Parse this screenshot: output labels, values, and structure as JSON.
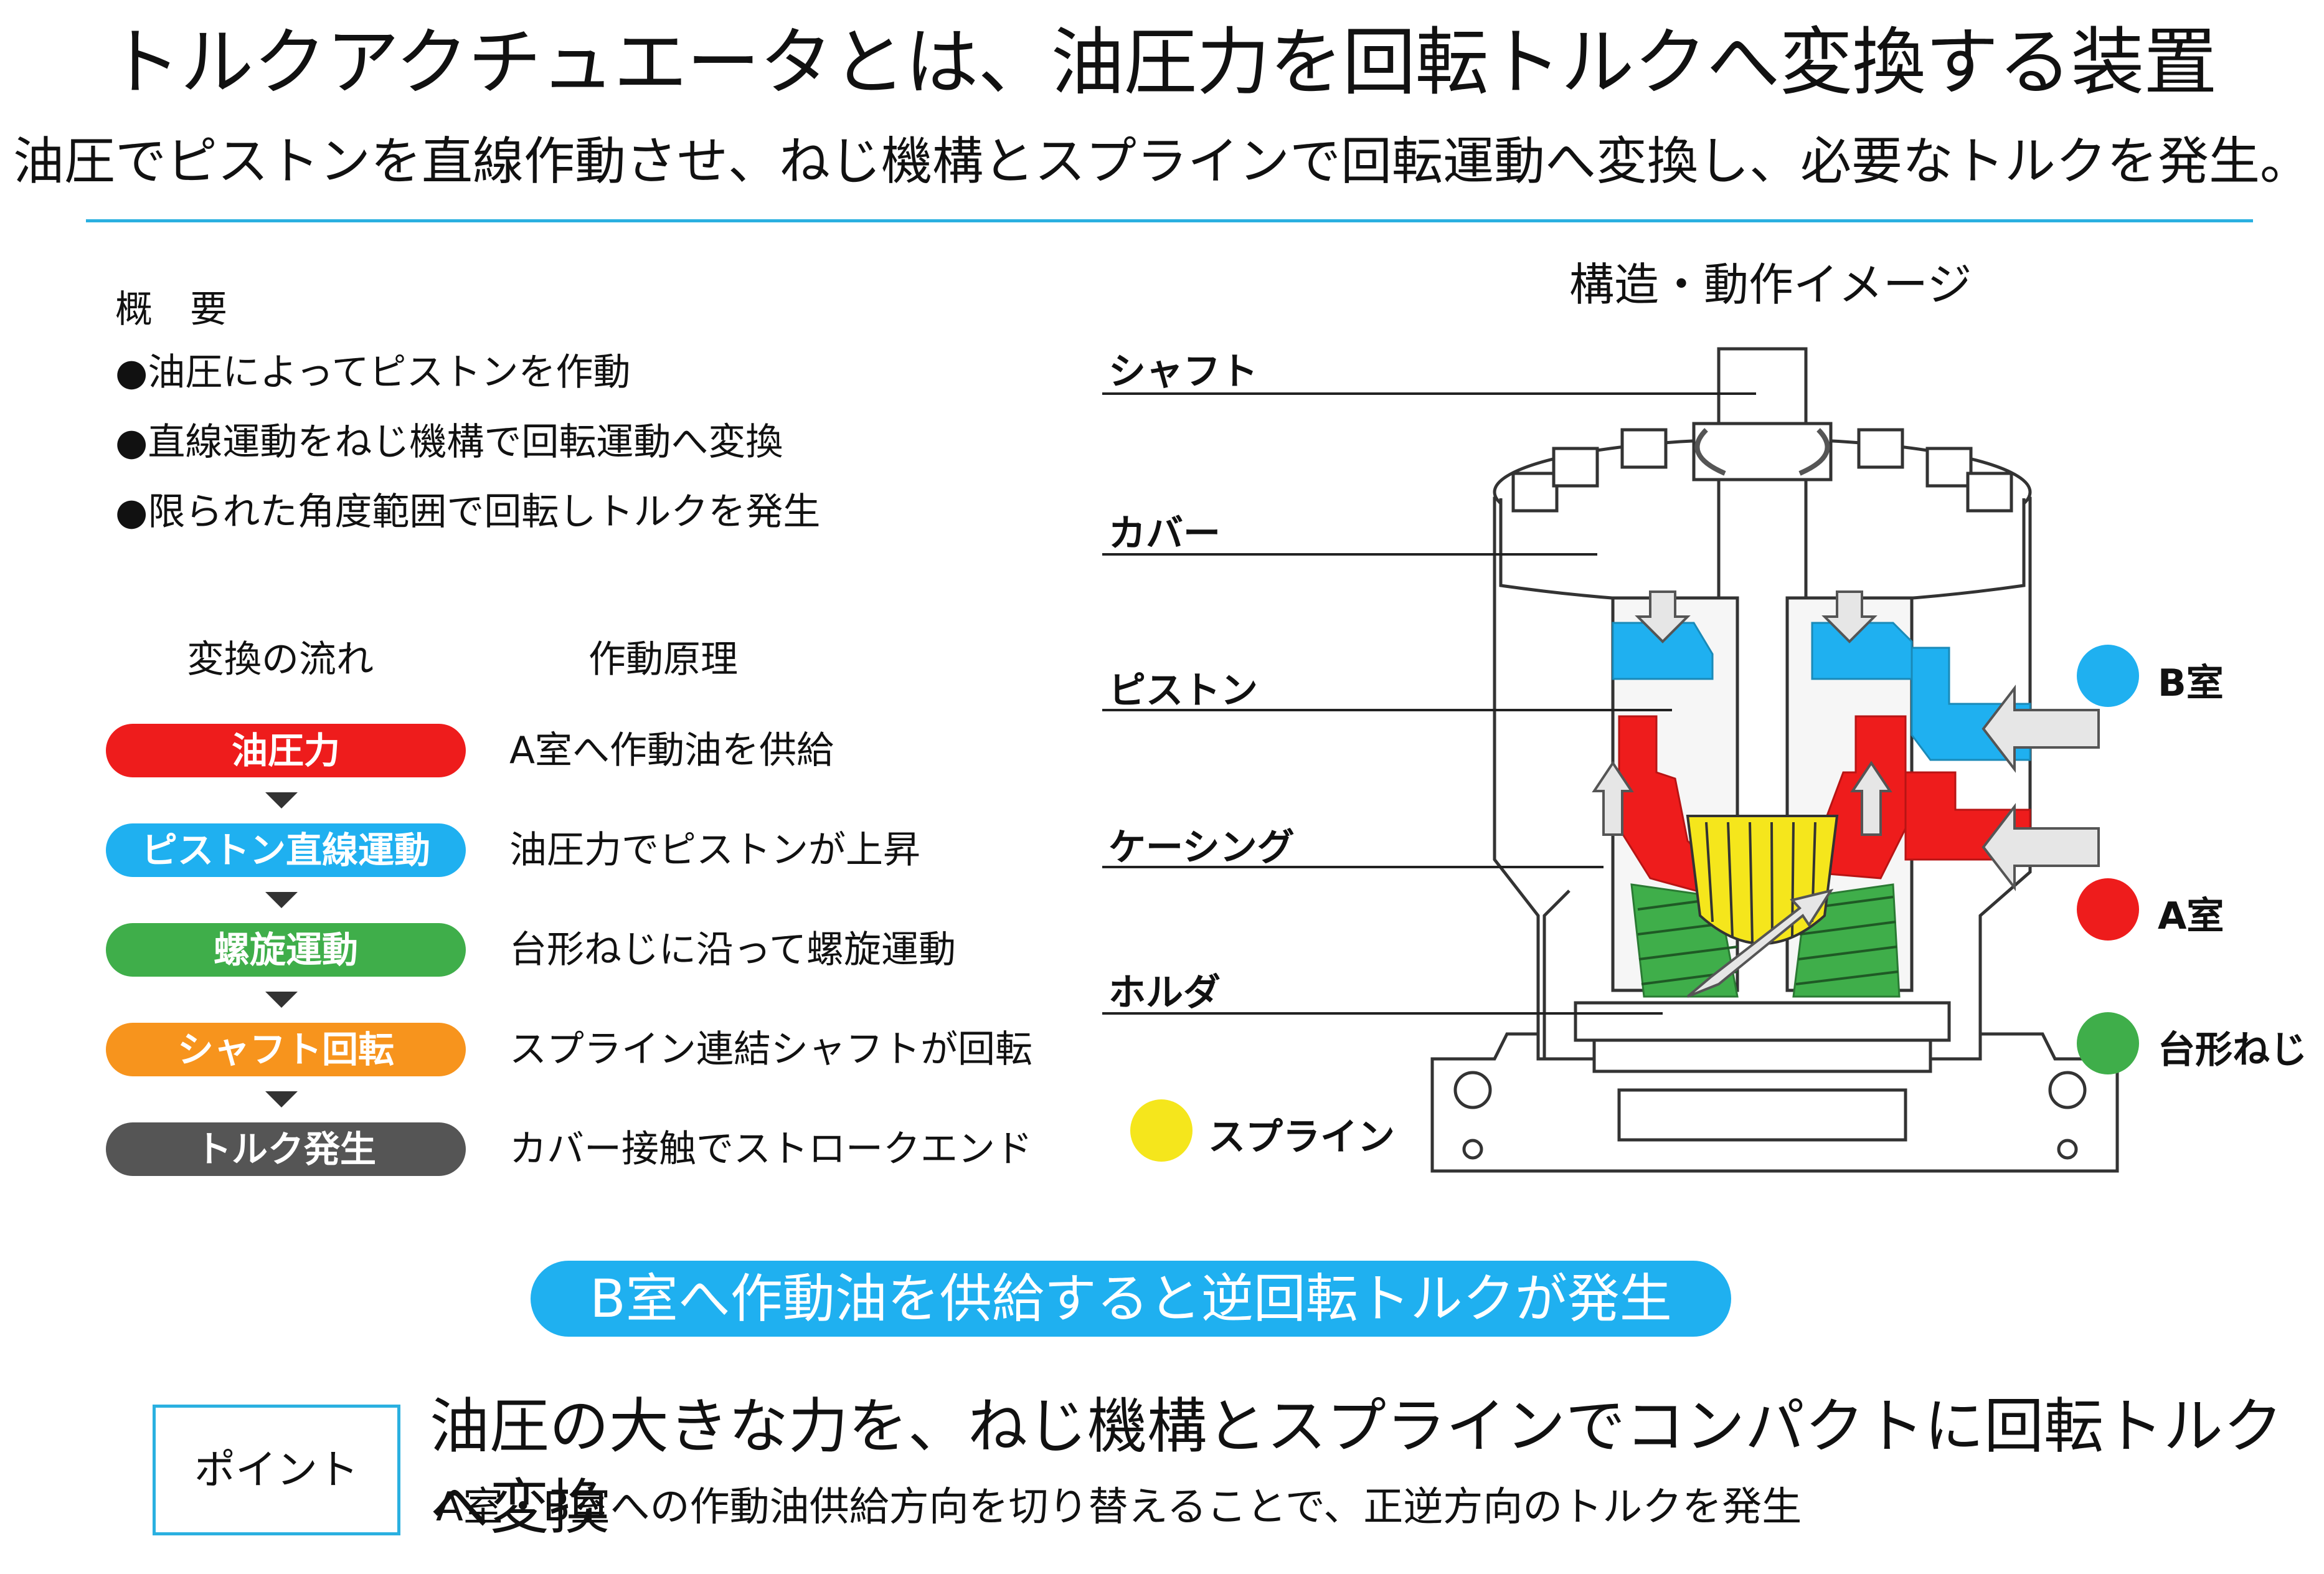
{
  "header": {
    "title": "トルクアクチュエータとは、油圧力を回転トルクへ変換する装置",
    "subtitle": "油圧でピストンを直線作動させ、ねじ機構とスプラインで回転運動へ変換し、必要なトルクを発生。"
  },
  "overview": {
    "heading": "概要",
    "items": [
      "●油圧によってピストンを作動",
      "●直線運動をねじ機構で回転運動へ変換",
      "●限られた角度範囲で回転しトルクを発生"
    ]
  },
  "flow": {
    "heading_flow": "変換の流れ",
    "heading_principle": "作動原理",
    "steps": [
      {
        "label": "油圧力",
        "principle": "A室へ作動油を供給",
        "color": "#ee1c1c"
      },
      {
        "label": "ピストン直線運動",
        "principle": "油圧力でピストンが上昇",
        "color": "#1fb0f0"
      },
      {
        "label": "螺旋運動",
        "principle": "台形ねじに沿って螺旋運動",
        "color": "#3fae4a"
      },
      {
        "label": "シャフト回転",
        "principle": "スプライン連結シャフトが回転",
        "color": "#f7941d"
      },
      {
        "label": "トルク発生",
        "principle": "カバー接触でストロークエンド",
        "color": "#555555"
      }
    ]
  },
  "diagram": {
    "title": "構造・動作イメージ",
    "parts": [
      "シャフト",
      "カバー",
      "ピストン",
      "ケーシング",
      "ホルダ"
    ],
    "legend": [
      {
        "label": "B室",
        "color": "#1fb0f0"
      },
      {
        "label": "A室",
        "color": "#ee1c1c"
      },
      {
        "label": "台形ねじ",
        "color": "#3fae4a"
      },
      {
        "label": "スプライン",
        "color": "#f5e61c"
      }
    ]
  },
  "banner": {
    "text": "B室へ作動油を供給すると逆回転トルクが発生"
  },
  "point": {
    "label": "ポイント",
    "main": "油圧の大きな力を、ねじ機構とスプラインでコンパクトに回転トルクへ変換",
    "sub": "A室・B室への作動油供給方向を切り替えることで、正逆方向のトルクを発生"
  }
}
